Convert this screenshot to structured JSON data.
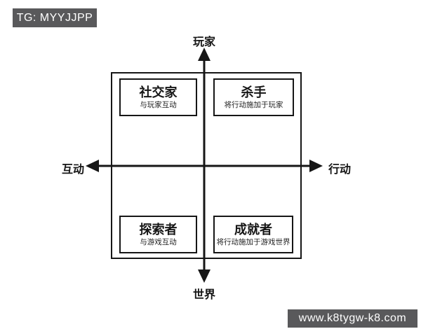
{
  "watermarks": {
    "top_left": "TG: MYYJJPP",
    "bottom_right": "www.k8tygw-k8.com"
  },
  "diagram": {
    "type": "quadrant",
    "axes": {
      "top": "玩家",
      "bottom": "世界",
      "left": "互动",
      "right": "行动"
    },
    "quadrants": {
      "top_left": {
        "title": "社交家",
        "subtitle": "与玩家互动"
      },
      "top_right": {
        "title": "杀手",
        "subtitle": "将行动施加于玩家"
      },
      "bottom_left": {
        "title": "探索者",
        "subtitle": "与游戏互动"
      },
      "bottom_right": {
        "title": "成就者",
        "subtitle": "将行动施加于游戏世界"
      }
    },
    "colors": {
      "line": "#161616",
      "watermark_bg": "#59595b",
      "watermark_text": "#ffffff",
      "background": "#ffffff"
    }
  }
}
